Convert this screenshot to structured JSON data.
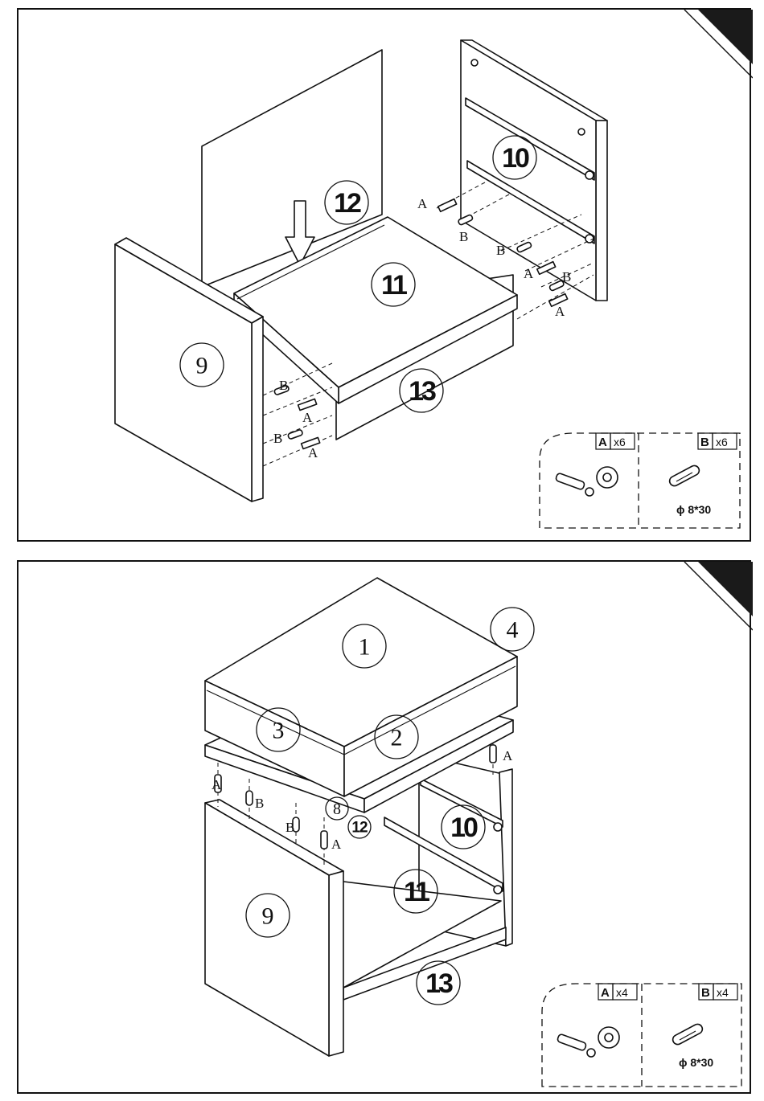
{
  "step1": {
    "parts": {
      "p9": "9",
      "p10": "10",
      "p11": "11",
      "p12": "12",
      "p13": "13"
    },
    "labels": {
      "a": "A",
      "b": "B"
    },
    "hardware": {
      "a_letter": "A",
      "a_qty": "x6",
      "b_letter": "B",
      "b_qty": "x6",
      "dowel_size": "ϕ 8*30"
    }
  },
  "step2": {
    "parts": {
      "p1": "1",
      "p2": "2",
      "p3": "3",
      "p4": "4",
      "p8": "8",
      "p9": "9",
      "p10": "10",
      "p11": "11",
      "p12": "12",
      "p13": "13"
    },
    "labels": {
      "a": "A",
      "b": "B"
    },
    "hardware": {
      "a_letter": "A",
      "a_qty": "x4",
      "b_letter": "B",
      "b_qty": "x4",
      "dowel_size": "ϕ 8*30"
    }
  },
  "colors": {
    "ink": "#111111",
    "paper": "#ffffff"
  }
}
